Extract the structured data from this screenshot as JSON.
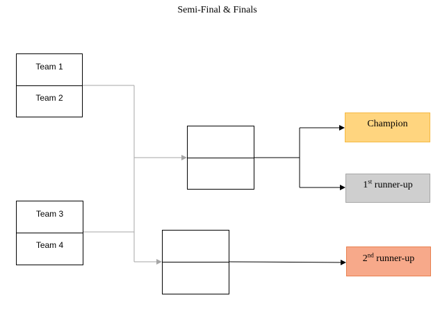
{
  "title": "Semi-Final & Finals",
  "teams": {
    "team1": "Team 1",
    "team2": "Team 2",
    "team3": "Team 3",
    "team4": "Team 4"
  },
  "results": {
    "champion": "Champion",
    "first_runner_up_num": "1",
    "first_runner_up_sup": "st",
    "first_runner_up_text": " runner-up",
    "second_runner_up_num": "2",
    "second_runner_up_sup": "nd",
    "second_runner_up_text": " runner-up"
  },
  "colors": {
    "champion_fill": "#FFD57F",
    "champion_border": "#F5B942",
    "first_runner_up_fill": "#CFCFCF",
    "first_runner_up_border": "#A6A6A6",
    "second_runner_up_fill": "#F7A98A",
    "second_runner_up_border": "#E8804F",
    "semi_connector": "#A6A6A6",
    "final_connector": "#000000"
  }
}
